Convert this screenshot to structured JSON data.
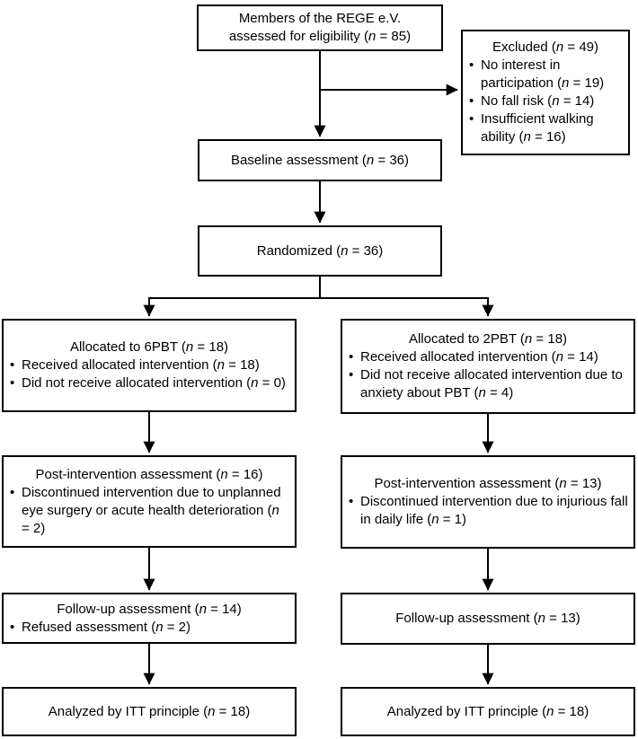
{
  "ui": {
    "bullet": "•"
  },
  "colors": {
    "background": "#ffffff",
    "box_border": "#000000",
    "text": "#000000",
    "connector_line": "#000000"
  },
  "flow": {
    "eligibility": {
      "lines": [
        "Members of the REGE e.V.",
        "assessed for eligibility (n = 85)"
      ]
    },
    "excluded": {
      "title": "Excluded (n = 49)",
      "bullets": [
        "No interest in participation (n = 19)",
        "No fall risk (n = 14)",
        "Insufficient walking ability (n = 16)"
      ]
    },
    "baseline": {
      "title": "Baseline assessment (n = 36)"
    },
    "randomized": {
      "title": "Randomized (n = 36)"
    },
    "allocation_6pbt": {
      "title": "Allocated to 6PBT (n = 18)",
      "bullets": [
        "Received allocated intervention (n = 18)",
        "Did not receive allocated intervention (n = 0)"
      ]
    },
    "allocation_2pbt": {
      "title": "Allocated to 2PBT (n = 18)",
      "bullets": [
        "Received allocated intervention (n = 14)",
        "Did not receive allocated intervention due to anxiety about PBT (n = 4)"
      ]
    },
    "post_6pbt": {
      "title": "Post-intervention assessment (n = 16)",
      "bullets": [
        "Discontinued intervention due to unplanned eye surgery or acute health deterioration (n = 2)"
      ]
    },
    "post_2pbt": {
      "title": "Post-intervention assessment (n = 13)",
      "bullets": [
        "Discontinued intervention due to injurious fall in daily life (n = 1)"
      ]
    },
    "followup_6pbt": {
      "title": "Follow-up assessment (n = 14)",
      "bullets": [
        "Refused assessment (n = 2)"
      ]
    },
    "followup_2pbt": {
      "title": "Follow-up assessment (n = 13)"
    },
    "analyzed_6pbt": {
      "title": "Analyzed by ITT principle (n = 18)"
    },
    "analyzed_2pbt": {
      "title": "Analyzed by ITT principle (n = 18)"
    }
  }
}
